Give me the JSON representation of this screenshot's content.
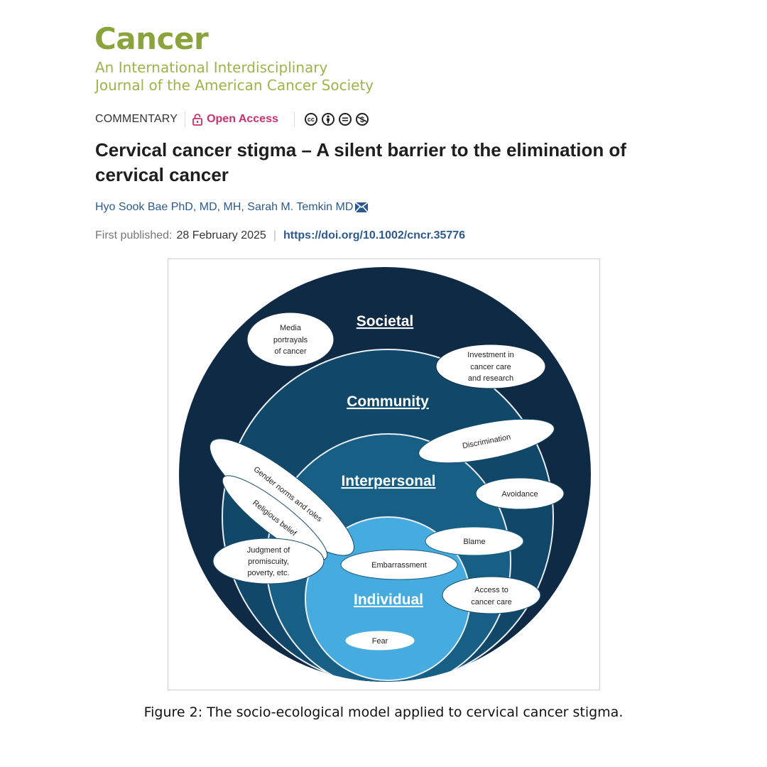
{
  "journal": {
    "name": "Cancer",
    "subtitle_line1": "An International Interdisciplinary",
    "subtitle_line2": "Journal of the American Cancer Society",
    "brand_color": "#8aa33a"
  },
  "meta": {
    "article_type": "COMMENTARY",
    "access_label": "Open Access",
    "access_color": "#c6336f",
    "license_icons": [
      "cc-icon",
      "attribution-icon",
      "no-derivatives-icon",
      "non-commercial-icon"
    ]
  },
  "article": {
    "title": "Cervical cancer stigma – A silent barrier to the elimination of cervical cancer",
    "authors": "Hyo Sook Bae PhD, MD, MH, Sarah M. Temkin MD",
    "published_label": "First published:",
    "published_date": "28 February 2025",
    "separator": "|",
    "doi": "https://doi.org/10.1002/cncr.35776"
  },
  "figure": {
    "levels": [
      {
        "name": "Societal",
        "color": "#0f2a44"
      },
      {
        "name": "Community",
        "color": "#11486a"
      },
      {
        "name": "Interpersonal",
        "color": "#185f86"
      },
      {
        "name": "Individual",
        "color": "#46ace0"
      }
    ],
    "labels": {
      "media": [
        "Media",
        "portrayals",
        "of cancer"
      ],
      "investment": [
        "Investment in",
        "cancer care",
        "and research"
      ],
      "discrimination": "Discrimination",
      "gender": "Gender norms and roles",
      "religious": "Religious belief",
      "avoidance": "Avoidance",
      "judgment": [
        "Judgment of",
        "promiscuity,",
        "poverty, etc."
      ],
      "blame": "Blame",
      "embarrassment": "Embarrassment",
      "access": [
        "Access to",
        "cancer care"
      ],
      "fear": "Fear"
    },
    "caption": "Figure 2: The socio-ecological model applied to cervical cancer stigma."
  }
}
